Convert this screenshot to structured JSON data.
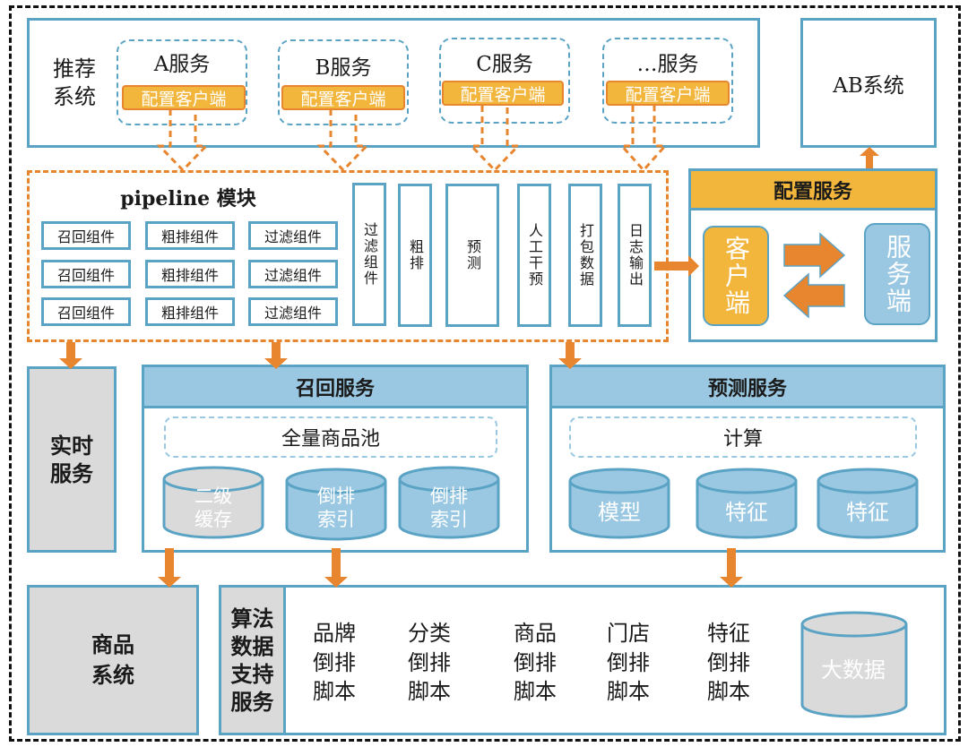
{
  "recommendation_system": {
    "label": "推荐系统",
    "services": [
      {
        "name": "A服务",
        "client": "配置客户端"
      },
      {
        "name": "B服务",
        "client": "配置客户端"
      },
      {
        "name": "C服务",
        "client": "配置客户端"
      },
      {
        "name": "…服务",
        "client": "配置客户端"
      }
    ]
  },
  "ab_system": {
    "label": "AB系统"
  },
  "pipeline": {
    "title": "pipeline 模块",
    "grid": [
      [
        "召回组件",
        "粗排组件",
        "过滤组件"
      ],
      [
        "召回组件",
        "粗排组件",
        "过滤组件"
      ],
      [
        "召回组件",
        "粗排组件",
        "过滤组件"
      ]
    ],
    "stages": [
      "过滤组件",
      "粗排",
      "预测",
      "人工干预",
      "打包数据",
      "日志输出"
    ]
  },
  "config_service": {
    "title": "配置服务",
    "client": "客户端",
    "server": "服务端"
  },
  "realtime_service": {
    "label": "实时服务"
  },
  "recall_service": {
    "title": "召回服务",
    "pool": "全量商品池",
    "stores": [
      {
        "label": "二级缓存",
        "color": "#dadada"
      },
      {
        "label": "倒排索引",
        "color": "#9ac8e2"
      },
      {
        "label": "倒排索引",
        "color": "#9ac8e2"
      }
    ]
  },
  "predict_service": {
    "title": "预测服务",
    "compute": "计算",
    "stores": [
      {
        "label": "模型",
        "color": "#9ac8e2"
      },
      {
        "label": "特征",
        "color": "#9ac8e2"
      },
      {
        "label": "特征",
        "color": "#9ac8e2"
      }
    ]
  },
  "product_system": {
    "label": "商品系统"
  },
  "algo_data_service": {
    "label": "算法数据支持服务",
    "scripts": [
      "品牌倒排脚本",
      "分类倒排脚本",
      "商品倒排脚本",
      "门店倒排脚本",
      "特征倒排脚本"
    ],
    "bigdata": "大数据"
  },
  "colors": {
    "blue_border": "#5aa3c4",
    "light_blue": "#9ac8e2",
    "orange": "#e8852f",
    "yellow": "#f2b63c",
    "gray": "#dadada"
  }
}
